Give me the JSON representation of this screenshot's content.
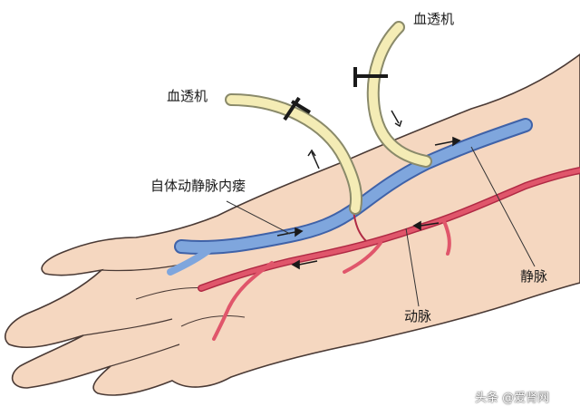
{
  "labels": {
    "dialyzer_left": "血透机",
    "dialyzer_right": "血透机",
    "avf": "自体动静脉内瘘",
    "vein": "静脉",
    "artery": "动脉"
  },
  "watermark": {
    "text": "头条 @爱肾网"
  },
  "colors": {
    "skin": "#f5d7c0",
    "skin_outline": "#4a3a35",
    "vein": "#7fa6dd",
    "vein_outline": "#3f62a8",
    "artery": "#e0566b",
    "artery_outline": "#b02a44",
    "tube": "#f4ecb5",
    "tube_outline": "#8a8a6a",
    "clamp": "#1a1a1a"
  },
  "icons": {
    "flow_arrow": "arrow-right-icon",
    "clamp": "clamp-icon"
  }
}
